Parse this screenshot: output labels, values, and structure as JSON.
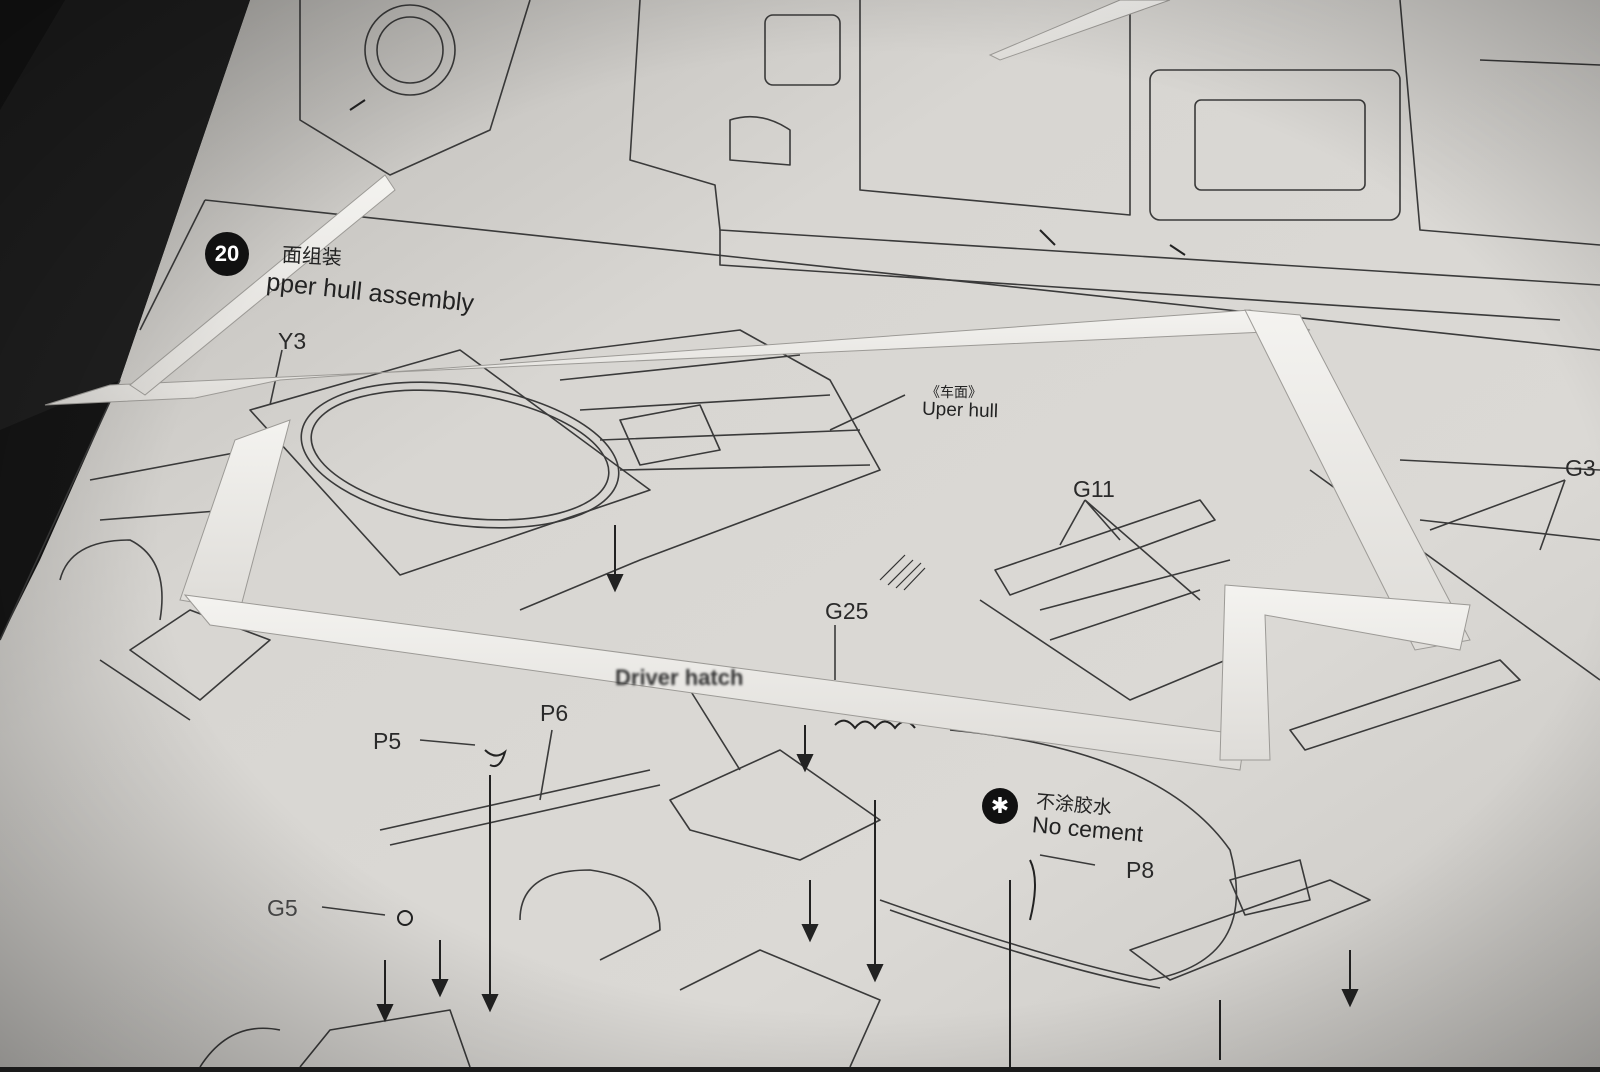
{
  "instructions": {
    "step": {
      "number": "20",
      "title_cn": "面组装",
      "title_en": "pper hull assembly"
    },
    "part_labels": {
      "y3": "Y3",
      "g11": "G11",
      "g3": "G3",
      "g25": "G25",
      "p5": "P5",
      "p6": "P6",
      "p8": "P8",
      "g5": "G5"
    },
    "callouts": {
      "upper_hull_cn": "《车面》",
      "upper_hull_en": "Uper hull",
      "no_cement_cn": "不涂胶水",
      "no_cement_en": "No cement",
      "driver_hatch": "Driver hatch"
    }
  },
  "colors": {
    "paper": "#d6d4d0",
    "paper_shadow": "#a9a7a3",
    "line": "#3a3a3a",
    "styrene_strip": "#efeeeb",
    "background": "#1a1a1a"
  }
}
